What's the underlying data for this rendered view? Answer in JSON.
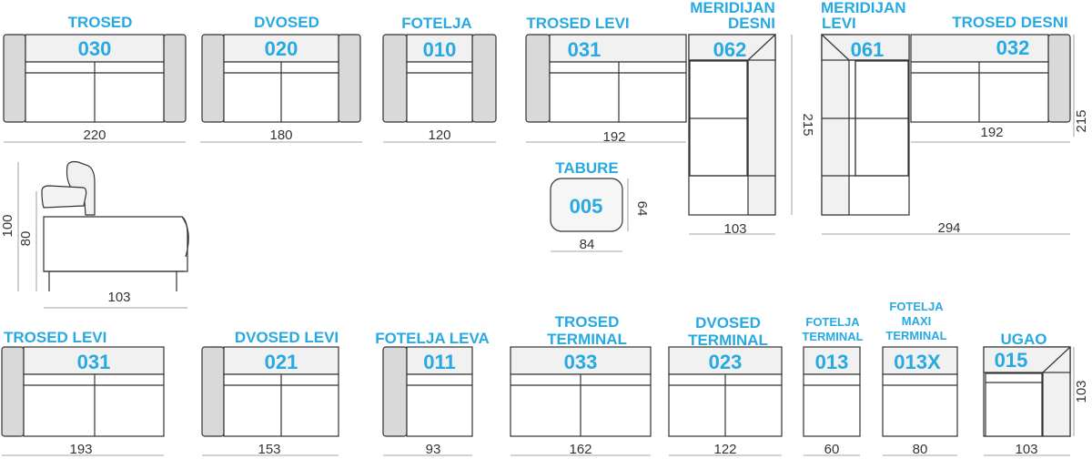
{
  "modules": {
    "trosed": {
      "title": "TROSED",
      "code": "030",
      "width": "220"
    },
    "dvosed": {
      "title": "DVOSED",
      "code": "020",
      "width": "180"
    },
    "fotelja": {
      "title": "FOTELJA",
      "code": "010",
      "width": "120"
    },
    "trosed_levi_top": {
      "title": "TROSED LEVI",
      "code": "031",
      "width": "192"
    },
    "meridijan_desni": {
      "title_line1": "MERIDIJAN",
      "title_line2": "DESNI",
      "code": "062",
      "width": "103",
      "depth": "215"
    },
    "meridijan_levi": {
      "title_line1": "MERIDIJAN",
      "title_line2": "LEVI",
      "code": "061"
    },
    "trosed_desni": {
      "title": "TROSED DESNI",
      "code": "032",
      "width": "192",
      "depth": "215",
      "total": "294"
    },
    "tabure": {
      "title": "TABURE",
      "code": "005",
      "width": "84",
      "depth": "64"
    },
    "side_view": {
      "height_total": "100",
      "height_seat": "80",
      "depth": "103"
    },
    "trosed_levi": {
      "title": "TROSED LEVI",
      "code": "031",
      "width": "193"
    },
    "dvosed_levi": {
      "title": "DVOSED LEVI",
      "code": "021",
      "width": "153"
    },
    "fotelja_leva": {
      "title": "FOTELJA LEVA",
      "code": "011",
      "width": "93"
    },
    "trosed_terminal": {
      "title_line1": "TROSED",
      "title_line2": "TERMINAL",
      "code": "033",
      "width": "162"
    },
    "dvosed_terminal": {
      "title_line1": "DVOSED",
      "title_line2": "TERMINAL",
      "code": "023",
      "width": "122"
    },
    "fotelja_terminal": {
      "title_line1": "FOTELJA",
      "title_line2": "TERMINAL",
      "code": "013",
      "width": "60"
    },
    "fotelja_maxi_terminal": {
      "title_line1": "FOTELJA",
      "title_line2": "MAXI",
      "title_line3": "TERMINAL",
      "code": "013X",
      "width": "80"
    },
    "ugao": {
      "title": "UGAO",
      "code": "015",
      "width": "103",
      "depth": "103"
    }
  }
}
